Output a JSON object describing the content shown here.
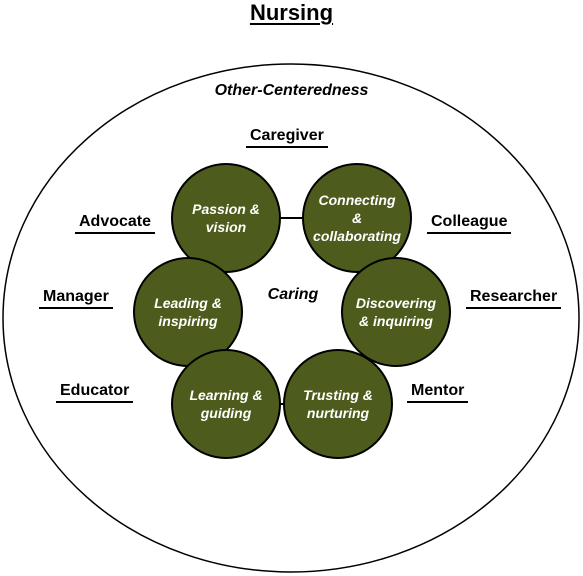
{
  "title": "Nursing",
  "outer_label": "Other-Centeredness",
  "center_label": "Caring",
  "roles": {
    "caregiver": "Caregiver",
    "advocate": "Advocate",
    "colleague": "Colleague",
    "manager": "Manager",
    "researcher": "Researcher",
    "educator": "Educator",
    "mentor": "Mentor"
  },
  "nodes": {
    "passion": "Passion &\nvision",
    "connecting": "Connecting\n&\ncollaborating",
    "leading": "Leading &\ninspiring",
    "discovering": "Discovering\n& inquiring",
    "learning": "Learning &\nguiding",
    "trusting": "Trusting &\nnurturing"
  },
  "colors": {
    "node_fill": "#4d5c1c",
    "node_text": "#ffffff",
    "outline": "#000000"
  }
}
